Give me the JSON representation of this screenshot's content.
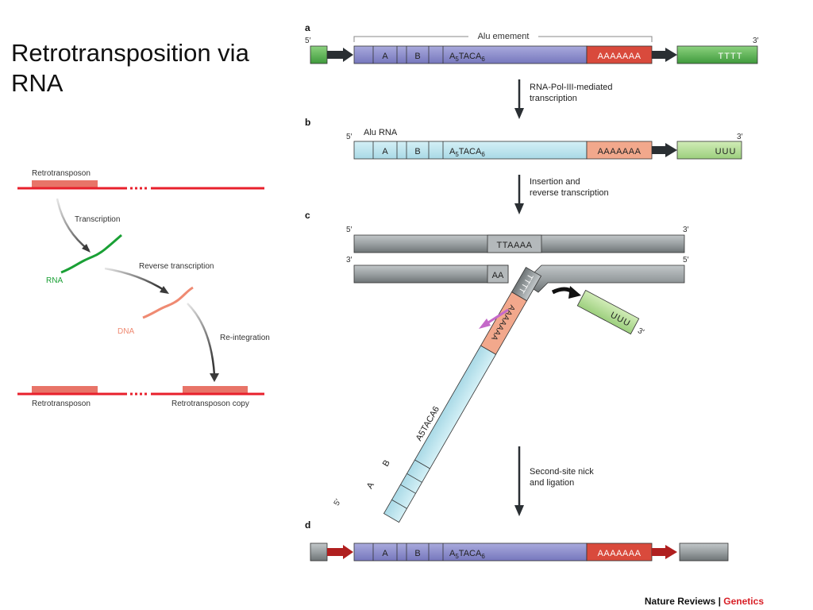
{
  "slide": {
    "title_line1": "Retrotransposition via",
    "title_line2": "RNA"
  },
  "left_diagram": {
    "retrotransposon_label": "Retrotransposon",
    "transcription_label": "Transcription",
    "rna_label": "RNA",
    "reverse_transcription_label": "Reverse transcription",
    "dna_label": "DNA",
    "reintegration_label": "Re-integration",
    "bottom_left_label": "Retrotransposon",
    "bottom_right_label": "Retrotransposon copy"
  },
  "right_diagram": {
    "panel_a": {
      "letter": "a",
      "five_prime": "5′",
      "three_prime": "3′",
      "element_label": "Alu emement",
      "box_a": "A",
      "box_b": "B",
      "a5": "A",
      "a5_sub": "5",
      "taca": "TACA",
      "taca_sub": "6",
      "poly_a": "AAAAAAA",
      "tttt": "TTTT"
    },
    "step_ab": {
      "line1": "RNA-Pol-III-mediated",
      "line2": "transcription"
    },
    "panel_b": {
      "letter": "b",
      "five_prime": "5′",
      "three_prime": "3′",
      "rna_label": "Alu RNA",
      "box_a": "A",
      "box_b": "B",
      "a5": "A",
      "a5_sub": "5",
      "taca": "TACA",
      "taca_sub": "6",
      "poly_a": "AAAAAAA",
      "uuu": "UUU"
    },
    "step_bc": {
      "line1": "Insertion and",
      "line2": "reverse transcription"
    },
    "panel_c": {
      "letter": "c",
      "top_five_prime": "5′",
      "top_three_prime": "3′",
      "ttaaaa": "TTAAAA",
      "bottom_three_prime": "3′",
      "bottom_five_prime": "5′",
      "aa": "AA",
      "tttt": "TTTT",
      "poly_a": "AAAAAAA",
      "uuu": "UUU",
      "uuu_three_prime": "3′",
      "diag_five_prime": "5′",
      "box_a": "A",
      "box_b": "B",
      "a5taca6": "A5TACA6"
    },
    "step_cd": {
      "line1": "Second-site nick",
      "line2": "and ligation"
    },
    "panel_d": {
      "letter": "d",
      "box_a": "A",
      "box_b": "B",
      "a5": "A",
      "a5_sub": "5",
      "taca": "TACA",
      "taca_sub": "6",
      "poly_a": "AAAAAAA"
    }
  },
  "credit": {
    "journal": "Nature Reviews",
    "separator": " | ",
    "section": "Genetics"
  },
  "colors": {
    "genomic_red": "#e8202c",
    "retro_box": "#e87468",
    "rna_green": "#1aa035",
    "dna_salmon": "#ef8a72",
    "element_blue": "#8e8fce",
    "polya_red": "#d94a3c",
    "rna_cyan": "#bfe6ef",
    "polya_salmon": "#f2a88c",
    "flank_green": "#5fb85a",
    "light_green": "#b9e09a",
    "dna_grey": "#8c9294",
    "nick_pink": "#c469c9",
    "arrow_dark": "#2a2f33",
    "ligation_red": "#b01f1f",
    "genetics_red": "#d81f26"
  }
}
